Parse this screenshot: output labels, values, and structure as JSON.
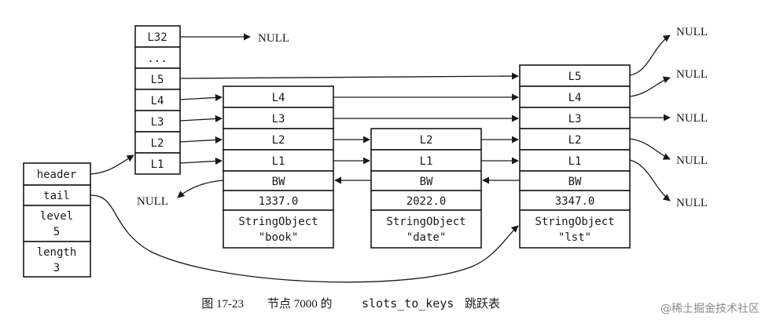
{
  "list": {
    "header": "header",
    "tail": "tail",
    "level_label": "level",
    "level_value": "5",
    "length_label": "length",
    "length_value": "3"
  },
  "header_levels": [
    "L32",
    "...",
    "L5",
    "L4",
    "L3",
    "L2",
    "L1"
  ],
  "null_label": "NULL",
  "nodes": [
    {
      "levels": [
        "L4",
        "L3",
        "L2",
        "L1"
      ],
      "backward": "BW",
      "score": "1337.0",
      "obj_type": "StringObject",
      "obj_value": "\"book\""
    },
    {
      "levels": [
        "L2",
        "L1"
      ],
      "backward": "BW",
      "score": "2022.0",
      "obj_type": "StringObject",
      "obj_value": "\"date\""
    },
    {
      "levels": [
        "L5",
        "L4",
        "L3",
        "L2",
        "L1"
      ],
      "backward": "BW",
      "score": "3347.0",
      "obj_type": "StringObject",
      "obj_value": "\"lst\""
    }
  ],
  "caption": {
    "figure": "图 17-23",
    "text1": "节点 7000 的",
    "code": "slots_to_keys",
    "text2": "跳跃表"
  },
  "watermark": "@稀土掘金技术社区"
}
